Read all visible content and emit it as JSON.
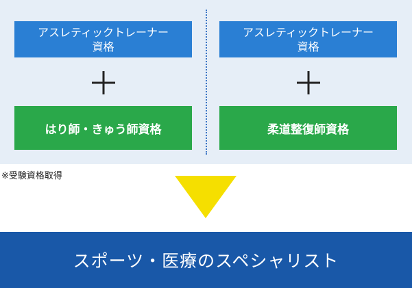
{
  "left": {
    "top_box": "アスレティックトレーナー\n資格",
    "bottom_box": "はり師・きゅう師資格"
  },
  "right": {
    "top_box": "アスレティックトレーナー\n資格",
    "bottom_box": "柔道整復師資格"
  },
  "note": "※受験資格取得",
  "result": "スポーツ・医療のスペシャリスト",
  "colors": {
    "panel_bg": "#e6eef7",
    "blue_box": "#2a7fd4",
    "green_box": "#2aa84a",
    "arrow": "#f5df00",
    "banner": "#1958a8",
    "divider": "#3a74c4"
  }
}
